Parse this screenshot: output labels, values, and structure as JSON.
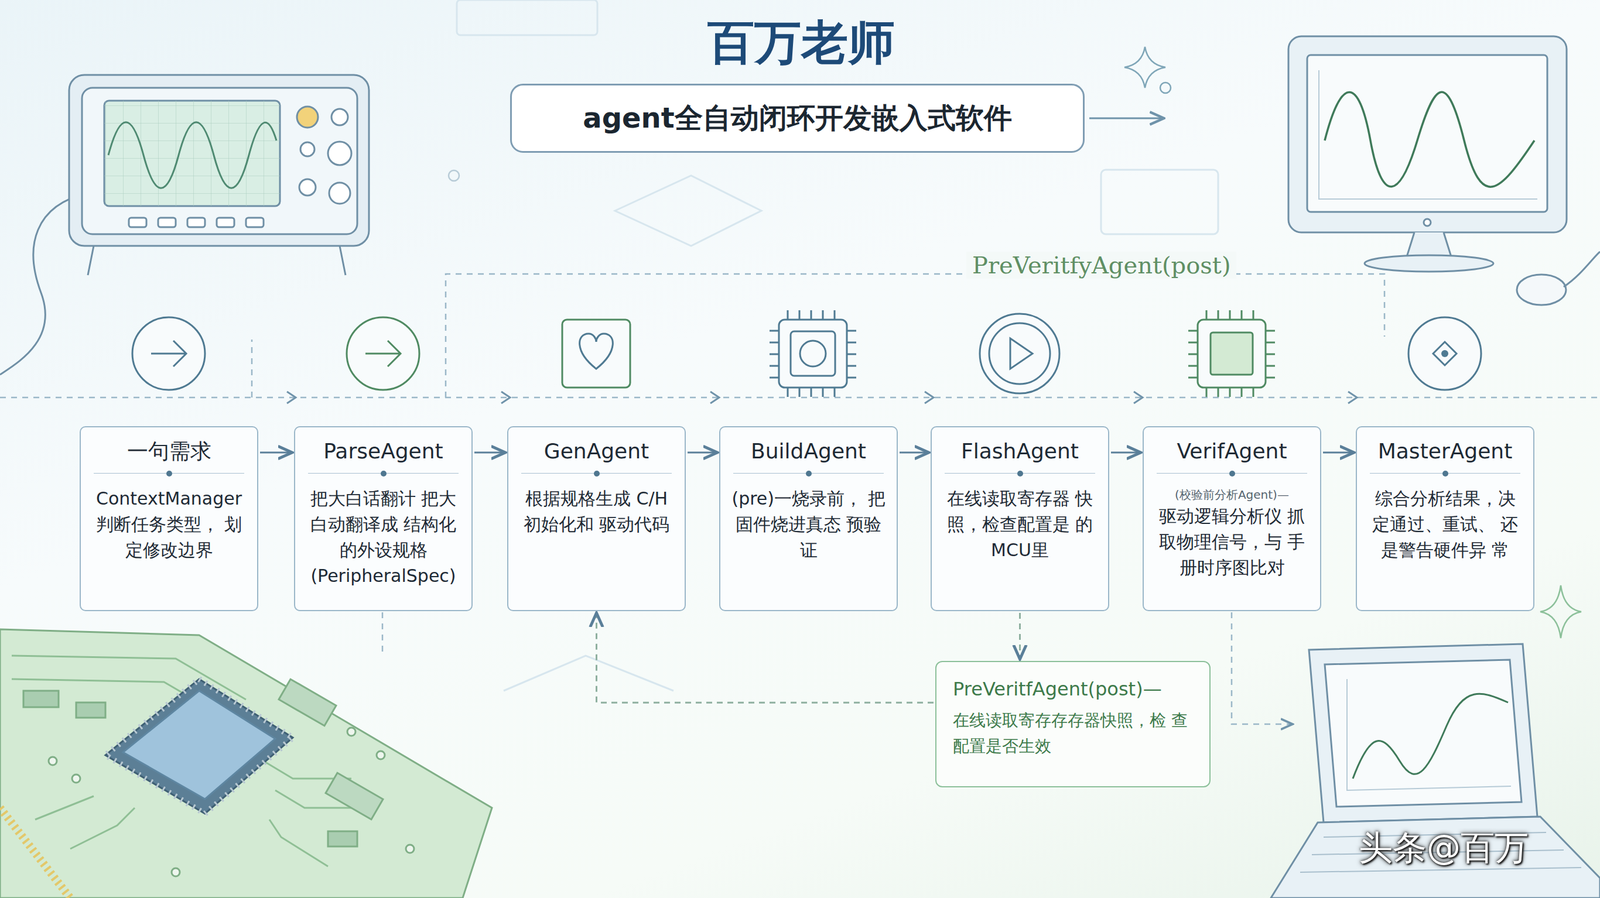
{
  "diagram": {
    "title": "百万老师",
    "nodes": [
      {
        "text": [
          "agent全自动闭环开发嵌入式软件"
        ]
      },
      {
        "text": [
          "一句需求",
          "ContextManager 判断任务类型， 划定修改边界"
        ]
      },
      {
        "text": [
          "ParseAgent",
          "把大白话翻计 把大白动翻译成 结构化的外设规格 (PeripheralSpec)"
        ]
      },
      {
        "text": [
          "GenAgent",
          "根据规格生成 C/H初始化和 驱动代码"
        ]
      },
      {
        "text": [
          "BuildAgent",
          "(pre)一烧录前， 把固件烧进真态 预验证"
        ]
      },
      {
        "text": [
          "FlashAgent",
          "在线读取寄存器 快照，检查配置是 的MCU里"
        ]
      },
      {
        "text": [
          "VerifAgent",
          "(校验前分析Agent)—",
          "驱动逻辑分析仪 抓取物理信号，与 手册时序图比对"
        ]
      },
      {
        "text": [
          "MasterAgent",
          "综合分析结果，决 定通过、重试、 还是警告硬件异 常"
        ]
      },
      {
        "text": [
          "PreVeritfAgent(post)—",
          "在线读取寄存存存器快照，检 查配置是否生效"
        ]
      }
    ],
    "edges": [
      {
        "from": 1,
        "to": 2,
        "arrow": "to"
      },
      {
        "from": 2,
        "to": 3,
        "arrow": "to"
      },
      {
        "from": 3,
        "to": 4,
        "arrow": "to"
      },
      {
        "from": 4,
        "to": 5,
        "arrow": "to"
      },
      {
        "from": 5,
        "to": 6,
        "arrow": "to"
      },
      {
        "from": 6,
        "to": 7,
        "arrow": "to"
      },
      {
        "from": 5,
        "to": 8,
        "arrow": "to"
      },
      {
        "from": 8,
        "to": 3,
        "arrow": "to"
      }
    ],
    "labels": [
      "PreVeritfyAgent(post)",
      "头条@百万"
    ]
  }
}
